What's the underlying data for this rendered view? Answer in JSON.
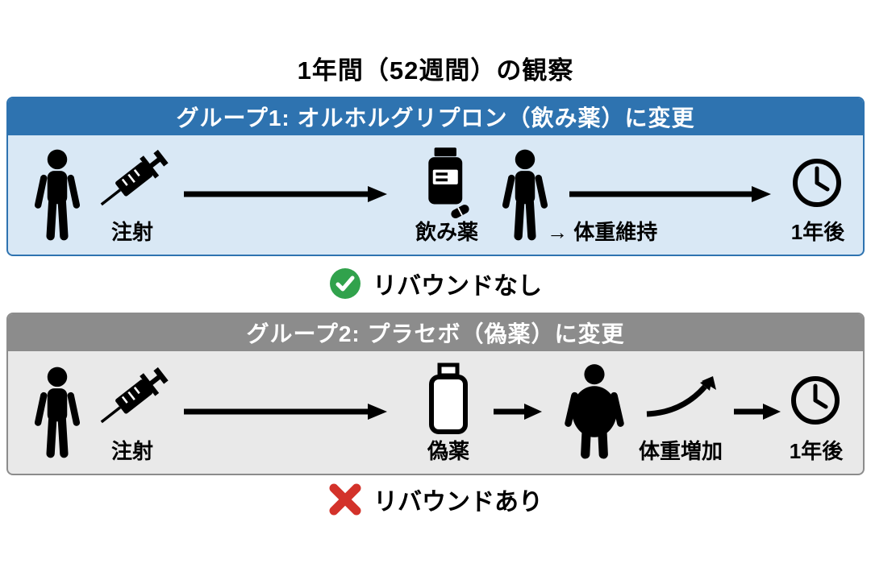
{
  "title": "1年間（52週間）の観察",
  "group1": {
    "header": "グループ1: オルホルグリプロン（飲み薬）に変更",
    "injection_label": "注射",
    "medication_label": "飲み薬",
    "weight_label": "→ 体重維持",
    "year_label": "1年後",
    "result": "リバウンドなし"
  },
  "group2": {
    "header": "グループ2: プラセボ（偽薬）に変更",
    "injection_label": "注射",
    "medication_label": "偽薬",
    "weight_label": "体重増加",
    "year_label": "1年後",
    "result": "リバウンドあり"
  },
  "icons": {
    "group1_result_icon": "check-circle",
    "group2_result_icon": "cross"
  },
  "colors": {
    "group1_header": "#2e73b0",
    "group1_body": "#d9e8f5",
    "group2_header": "#8c8c8c",
    "group2_body": "#e9e9e9",
    "check_green": "#31a24c",
    "cross_red": "#d3322a"
  }
}
